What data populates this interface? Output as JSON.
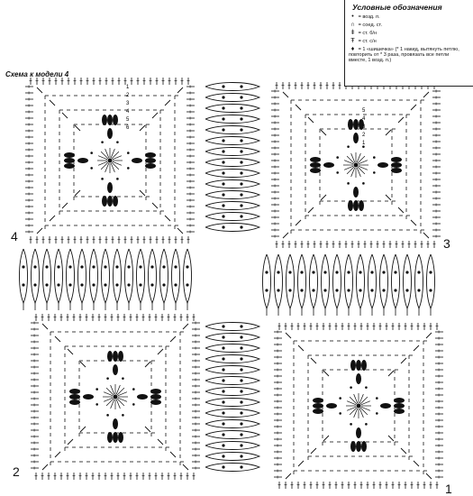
{
  "legend": {
    "title": "Условные обозначения",
    "items": [
      {
        "symbol": "•",
        "text": "= возд. п."
      },
      {
        "symbol": "∩",
        "text": "= соед. ст."
      },
      {
        "symbol": "ǂ",
        "text": "= ст. б/н"
      },
      {
        "symbol": "Ŧ",
        "text": "= ст. с/н"
      },
      {
        "symbol": "♦",
        "text": "= 1 «шишечка» (* 1 накид, вытянуть петлю, повторить от * 3 раза, провязать все петли вместе, 1 возд. п.)"
      }
    ]
  },
  "scheme_title": "Схема к модели 4",
  "quadrant_labels": {
    "q1": "1",
    "q2": "2",
    "q3": "3",
    "q4": "4"
  },
  "row_numbers": [
    "1",
    "2",
    "3",
    "4",
    "5",
    "6"
  ]
}
